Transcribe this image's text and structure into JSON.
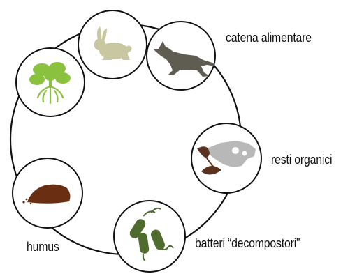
{
  "labels": {
    "food_chain": "catena alimentare",
    "organic_remains": "resti organici",
    "decomposer_bacteria": "batteri “decompostori”",
    "humus": "humus"
  },
  "nodes": [
    {
      "icon": "rabbit-icon"
    },
    {
      "icon": "wolf-icon"
    },
    {
      "icon": "organic-remains-icon"
    },
    {
      "icon": "bacteria-icon"
    },
    {
      "icon": "humus-icon"
    },
    {
      "icon": "plant-icon"
    }
  ],
  "colors": {
    "ring": "#111111",
    "rabbit": "#c9c7a2",
    "wolf": "#5f5c52",
    "remains_bone": "#b8b8b8",
    "remains_leaf": "#5a3320",
    "bacteria": "#4f6b2e",
    "humus": "#6a2e12",
    "plant": "#8ac23f"
  }
}
